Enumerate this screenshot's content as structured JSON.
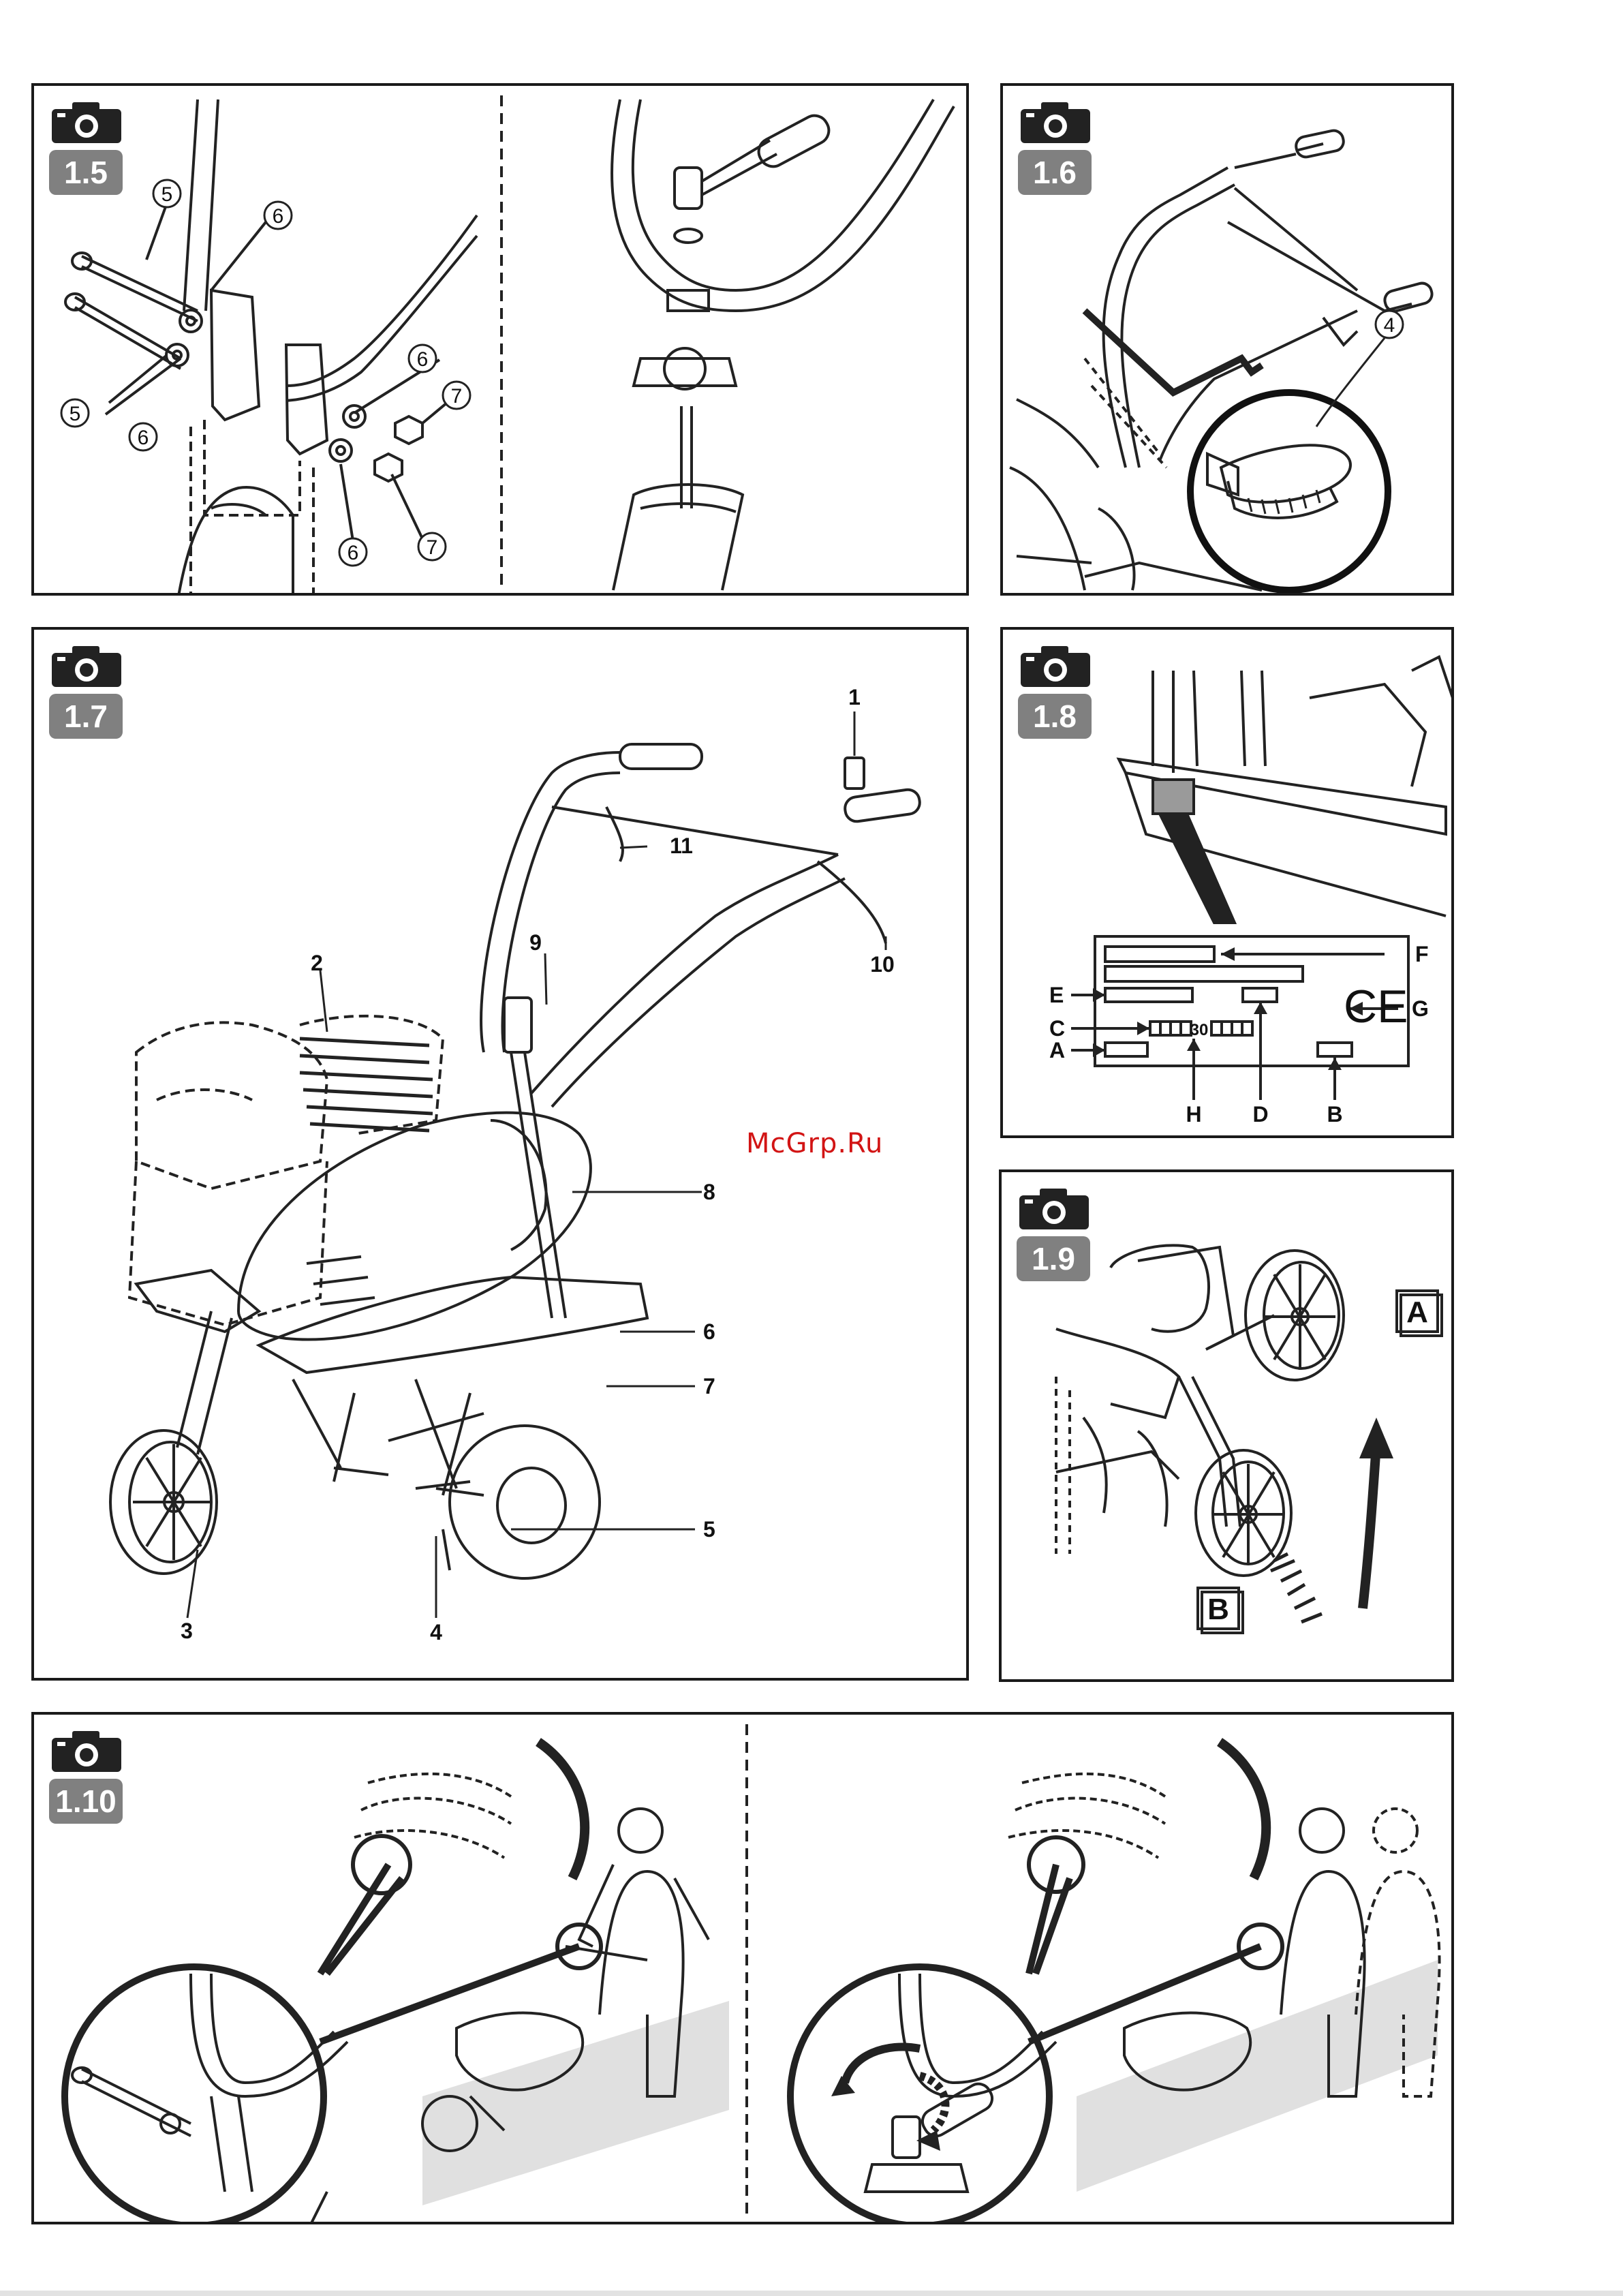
{
  "figures": {
    "f15": {
      "number": "1.5",
      "callouts": [
        "5",
        "6",
        "5",
        "6",
        "6",
        "7",
        "6",
        "7"
      ]
    },
    "f16": {
      "number": "1.6",
      "callouts": [
        "4"
      ]
    },
    "f17": {
      "number": "1.7",
      "callouts": [
        "1",
        "2",
        "3",
        "4",
        "5",
        "6",
        "7",
        "8",
        "9",
        "10",
        "11"
      ]
    },
    "f18": {
      "number": "1.8",
      "labels": [
        "F",
        "E",
        "C",
        "A",
        "G",
        "H",
        "D",
        "B"
      ],
      "plate_value": "30",
      "ce_mark": "CE"
    },
    "f19": {
      "number": "1.9",
      "labels": [
        "A",
        "B"
      ]
    },
    "f110": {
      "number": "1.10"
    }
  },
  "watermark": "McGrp.Ru",
  "icons": {
    "camera": "camera-icon"
  }
}
